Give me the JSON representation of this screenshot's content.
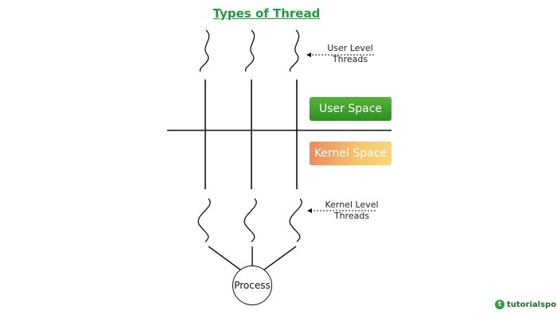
{
  "title": "Types of Thread",
  "user_threads_label": [
    "User Level",
    "Threads"
  ],
  "kernel_threads_label": [
    "Kernel Level",
    "Threads"
  ],
  "user_space": "User Space",
  "kernel_space": "Kernel Space",
  "process": "Process",
  "logo_text": "tutorialspoint",
  "colors": {
    "title": "#1f9a3b",
    "user_space": "#2c8f1f",
    "kernel_space": "#f6c56a",
    "line": "#111111"
  },
  "threads": 3
}
